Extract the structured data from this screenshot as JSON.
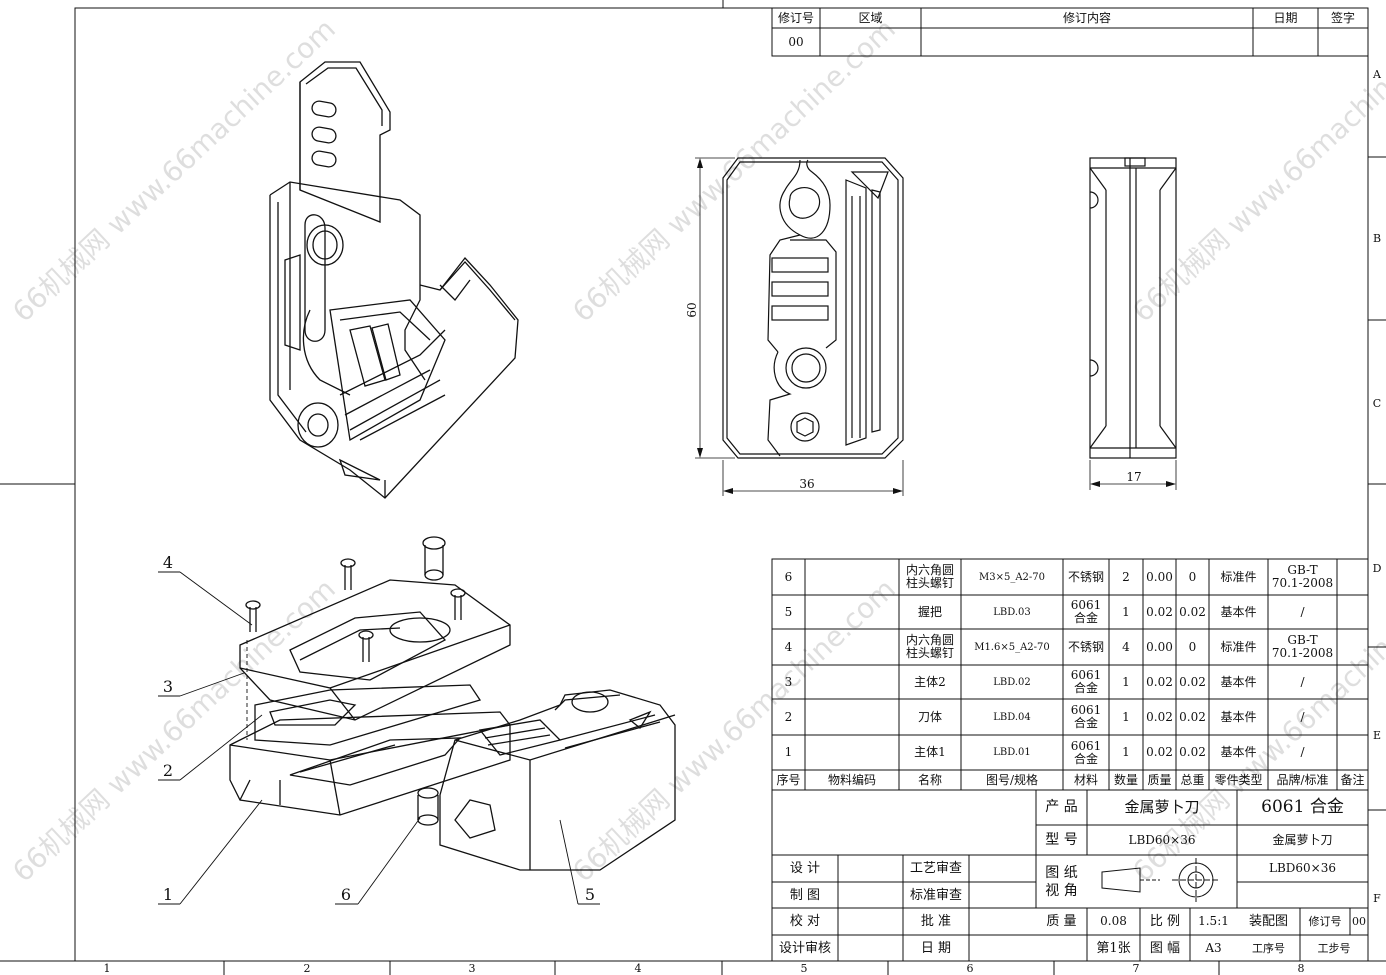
{
  "revision": {
    "headers": [
      "修订号",
      "区域",
      "修订内容",
      "日期",
      "签字"
    ],
    "row": [
      "00",
      "",
      "",
      "",
      ""
    ]
  },
  "zones_top": [
    "1",
    "2",
    "3",
    "4",
    "5",
    "6",
    "7",
    "8"
  ],
  "zones_right": [
    "A",
    "B",
    "C",
    "D",
    "E",
    "F"
  ],
  "dimensions": {
    "height": "60",
    "width": "36",
    "thickness": "17"
  },
  "balloons": [
    "4",
    "3",
    "2",
    "1",
    "6",
    "5"
  ],
  "bom": {
    "rows": [
      [
        "6",
        "",
        "内六角圆\n柱头螺钉",
        "M3×5_A2-70",
        "不锈钢",
        "2",
        "0.00",
        "0",
        "标准件",
        "GB-T\n70.1-2008",
        ""
      ],
      [
        "5",
        "",
        "握把",
        "LBD.03",
        "6061\n合金",
        "1",
        "0.02",
        "0.02",
        "基本件",
        "/",
        ""
      ],
      [
        "4",
        "",
        "内六角圆\n柱头螺钉",
        "M1.6×5_A2-70",
        "不锈钢",
        "4",
        "0.00",
        "0",
        "标准件",
        "GB-T\n70.1-2008",
        ""
      ],
      [
        "3",
        "",
        "主体2",
        "LBD.02",
        "6061\n合金",
        "1",
        "0.02",
        "0.02",
        "基本件",
        "/",
        ""
      ],
      [
        "2",
        "",
        "刀体",
        "LBD.04",
        "6061\n合金",
        "1",
        "0.02",
        "0.02",
        "基本件",
        "/",
        ""
      ],
      [
        "1",
        "",
        "主体1",
        "LBD.01",
        "6061\n合金",
        "1",
        "0.02",
        "0.02",
        "基本件",
        "/",
        ""
      ]
    ],
    "headers": [
      "序号",
      "物料编码",
      "名称",
      "图号/规格",
      "材料",
      "数量",
      "质量",
      "总重",
      "零件类型",
      "品牌/标准",
      "备注"
    ]
  },
  "title_block": {
    "product_label": "产 品",
    "product_value": "金属萝卜刀",
    "material": "6061 合金",
    "model_label": "型 号",
    "model_value": "LBD60×36",
    "part_name": "金属萝卜刀",
    "part_code": "LBD60×36",
    "view_label": "图 纸\n视 角",
    "design_label": "设 计",
    "drafting_label": "制 图",
    "check_label": "校 对",
    "review_label": "设计审核",
    "process_label": "工艺审查",
    "standard_label": "标准审查",
    "approve_label": "批 准",
    "date_label": "日 期",
    "mass_label": "质 量",
    "mass_value": "0.08",
    "scale_label": "比 例",
    "scale_value": "1.5:1",
    "drawing_type": "装配图",
    "rev_label": "修订号",
    "rev_value": "00",
    "sheet": "第1张",
    "format_label": "图 幅",
    "format_value": "A3",
    "proc_no_label": "工序号",
    "step_no_label": "工步号"
  },
  "watermark": "66机械网 www.66machine.com"
}
